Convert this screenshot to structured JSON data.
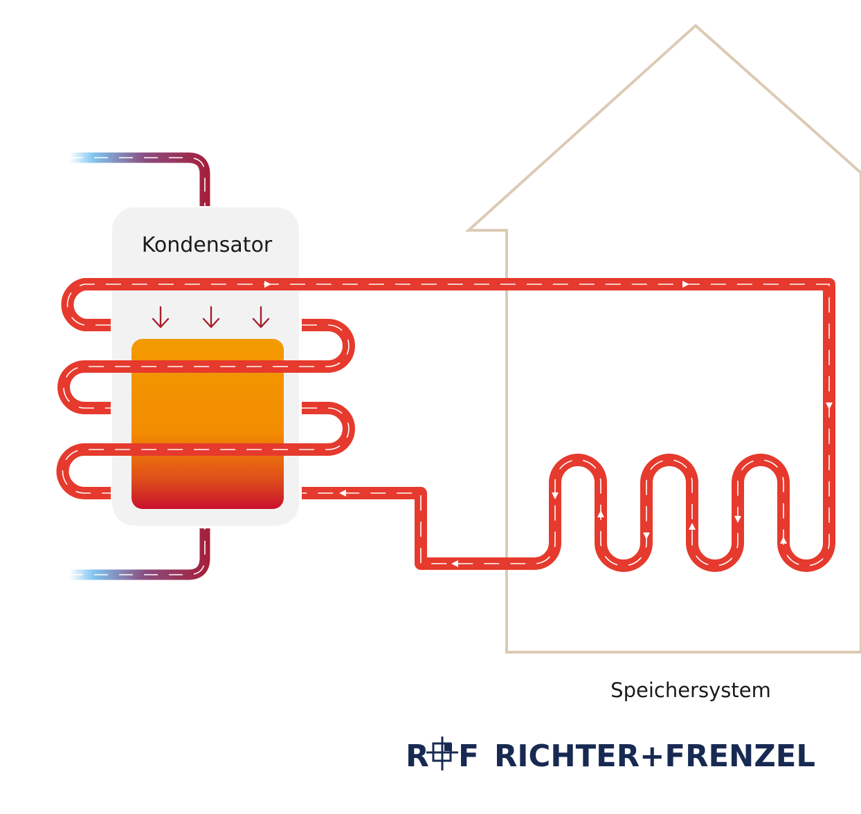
{
  "labels": {
    "condenser": "Kondensator",
    "storage": "Speichersystem"
  },
  "logo": {
    "mark_left": "R",
    "mark_right": "F",
    "company": "RICHTER+FRENZEL"
  },
  "colors": {
    "pipe_hot": "#e53a2d",
    "pipe_cold": "#7fc4f0",
    "pipe_dark": "#a51f3c",
    "house_outline": "#dccab4",
    "condenser_box": "#f2f2f3",
    "heat_arrow": "#a51f2a",
    "logo": "#182a52"
  }
}
